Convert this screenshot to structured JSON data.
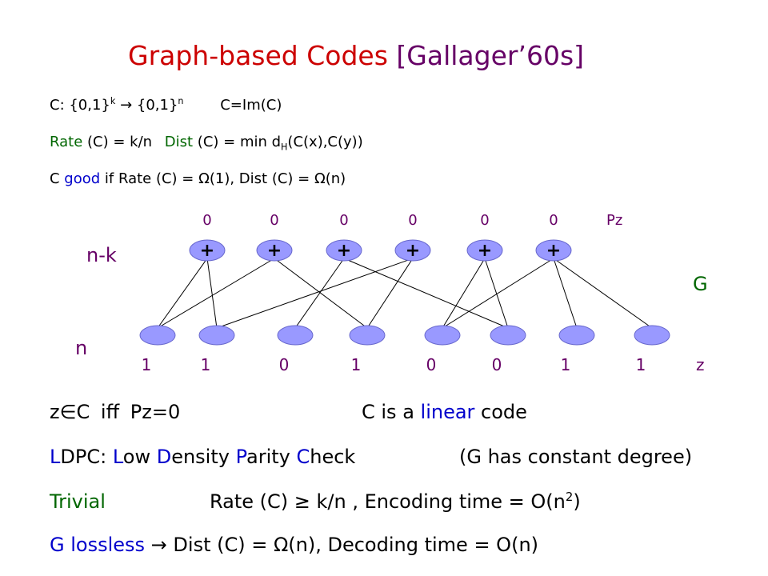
{
  "title": {
    "main": "Graph-based Codes",
    "cite": "[Gallager’60s]"
  },
  "definitions": {
    "map_prefix": "C: {0,1}",
    "map_k": "k",
    "map_arrow": " → {0,1}",
    "map_n": "n",
    "map_image": "C=Im(C)",
    "rate_word": "Rate",
    "rate_rest": " (C) = k/n",
    "dist_word": "Dist",
    "dist_rest": " (C) = min d",
    "dist_sub": "H",
    "dist_tail": "(C(x),C(y))",
    "good_pre": "C ",
    "good_word": "good",
    "good_rest": " if Rate (C) = Ω(1), Dist (C) = Ω(n)"
  },
  "graph": {
    "check_values": [
      "0",
      "0",
      "0",
      "0",
      "0",
      "0"
    ],
    "check_symbol": "+",
    "parity_label": "Pz",
    "graph_label": "G",
    "nk_label": "n-k",
    "n_label": "n",
    "var_values": [
      "1",
      "1",
      "0",
      "1",
      "0",
      "0",
      "1",
      "1"
    ],
    "z_label": "z"
  },
  "statements": {
    "member_z": "z",
    "member_in": "∈",
    "member_c": "C",
    "member_iff": "iff",
    "member_pz": "Pz=0",
    "linear_pre": "C is a ",
    "linear_word": "linear",
    "linear_post": " code",
    "ldpc_L": "L",
    "ldpc_1": "DPC: ",
    "ldpc_L2": "L",
    "ldpc_2": "ow ",
    "ldpc_D": "D",
    "ldpc_3": "ensity ",
    "ldpc_P": "P",
    "ldpc_4": "arity ",
    "ldpc_C": "C",
    "ldpc_5": "heck",
    "ldpc_note": "(G has constant degree)",
    "trivial_word": "Trivial",
    "trivial_rate": "Rate (C) ≥ k/n , Encoding time = O(n",
    "trivial_exp": "2",
    "trivial_close": ")",
    "lossless_g": "G ",
    "lossless_word": "lossless",
    "lossless_rest": " → Dist (C) = Ω(n), Decoding time = O(n)"
  },
  "colors": {
    "title": "#cc0000",
    "cite": "#660066",
    "green": "#006600",
    "blue": "#0000cc",
    "purple": "#660066",
    "node_fill": "#9999ff"
  }
}
